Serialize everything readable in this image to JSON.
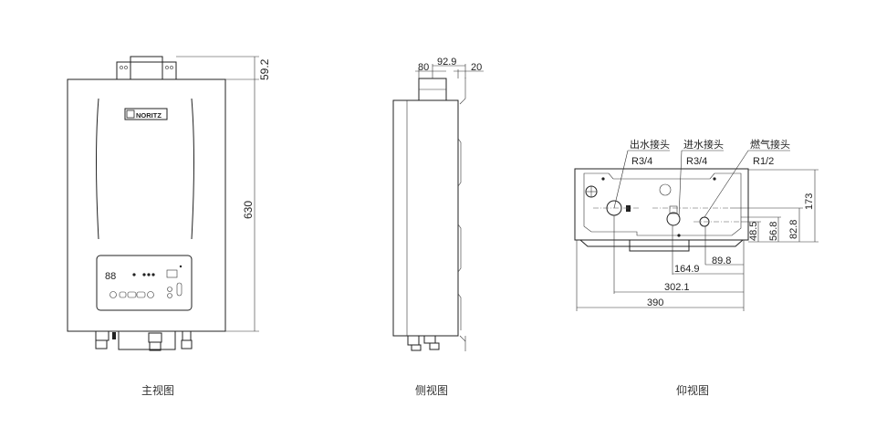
{
  "front_view": {
    "caption": "主视图",
    "logo": "NORITZ",
    "dims": {
      "top_bracket": "59.2",
      "height": "630"
    }
  },
  "side_view": {
    "caption": "侧视图",
    "dims": {
      "flue_offset": "80",
      "flue_to_back": "92.9",
      "back_gap": "20"
    }
  },
  "bottom_view": {
    "caption": "仰视图",
    "connections": [
      {
        "name": "出水接头",
        "size": "R3/4"
      },
      {
        "name": "进水接头",
        "size": "R3/4"
      },
      {
        "name": "燃气接头",
        "size": "R1/2"
      }
    ],
    "dims": {
      "depth": "173",
      "d82": "82.8",
      "d56": "56.8",
      "d48": "48.5",
      "d89": "89.8",
      "d164": "164.9",
      "d302": "302.1",
      "width": "390"
    }
  }
}
